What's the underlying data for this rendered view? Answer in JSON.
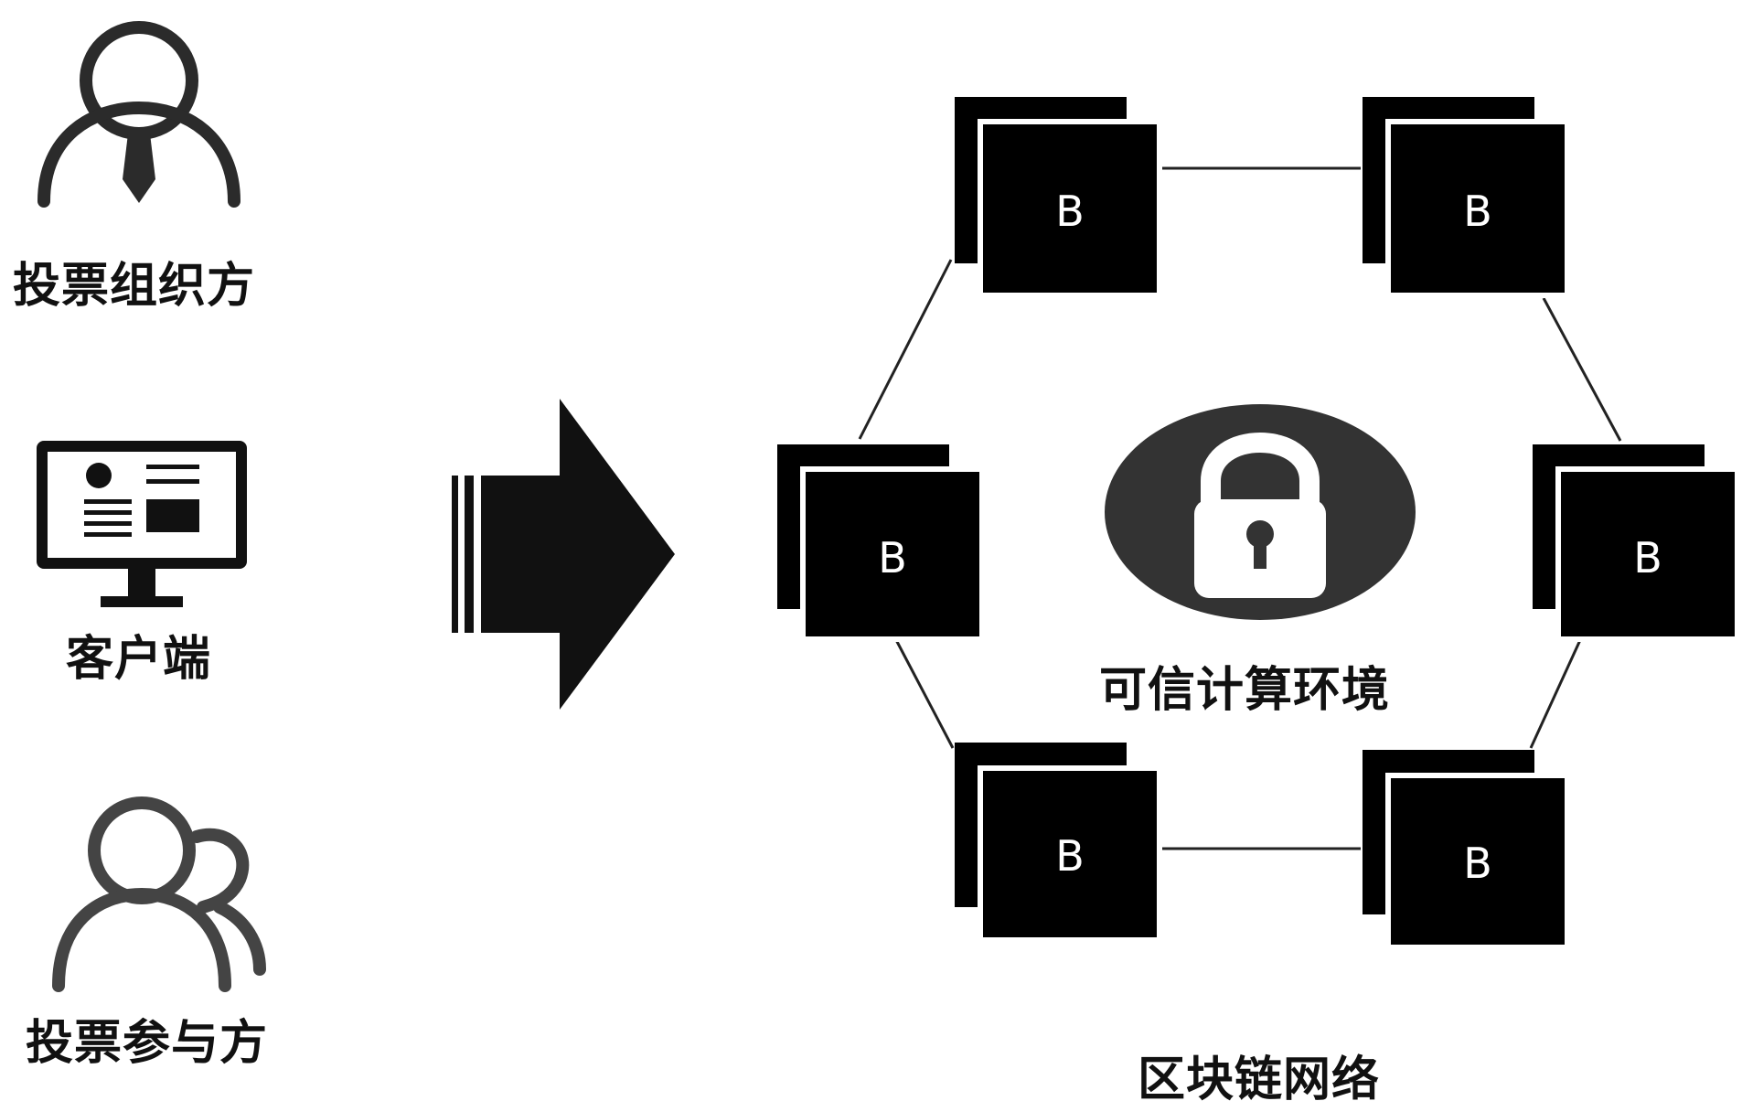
{
  "actors": [
    {
      "id": "organizer",
      "label": "投票组织方",
      "icon": "person-tie-icon"
    },
    {
      "id": "client",
      "label": "客户端",
      "icon": "monitor-icon"
    },
    {
      "id": "voter",
      "label": "投票参与方",
      "icon": "group-users-icon"
    }
  ],
  "arrow": {
    "icon": "arrow-right-icon"
  },
  "network": {
    "label": "区块链网络",
    "node_label": "B",
    "node_count": 6
  },
  "tee": {
    "label": "可信计算环境",
    "icon": "padlock-icon"
  },
  "colors": {
    "node_fill": "#000000",
    "icon_stroke": "#2b2b2b",
    "tee_circle": "#333333",
    "line": "#222222",
    "background": "#ffffff"
  }
}
